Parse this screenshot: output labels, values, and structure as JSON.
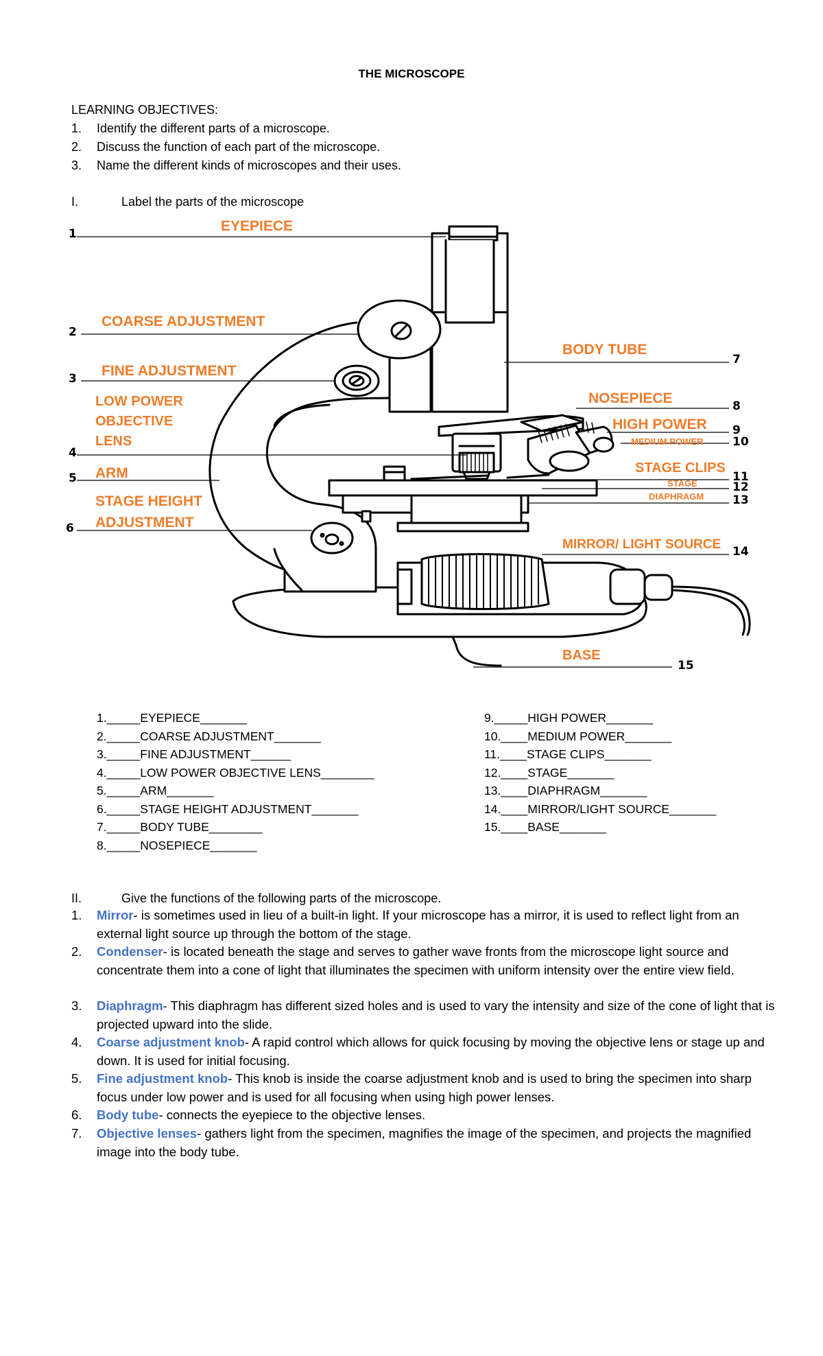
{
  "title": "THE MICROSCOPE",
  "objectives": {
    "heading": "LEARNING OBJECTIVES:",
    "items": [
      {
        "num": "1.",
        "text": "Identify the different parts of a microscope."
      },
      {
        "num": "2.",
        "text": "Discuss the function of each part of the microscope."
      },
      {
        "num": "3.",
        "text": "Name the different kinds of microscopes and their uses."
      }
    ]
  },
  "section1": {
    "num": "I.",
    "text": "Label the parts of the microscope"
  },
  "diagram": {
    "numbers": [
      "1",
      "2",
      "3",
      "4",
      "5",
      "6",
      "7",
      "8",
      "9",
      "10",
      "11",
      "12",
      "13",
      "14",
      "15"
    ],
    "labels": {
      "eyepiece": "EYEPIECE",
      "coarse": "COARSE  ADJUSTMENT",
      "fine": "FINE  ADJUSTMENT",
      "low_power": [
        "LOW POWER",
        "OBJECTIVE",
        "LENS"
      ],
      "arm": "ARM",
      "stage_height": [
        "STAGE  HEIGHT",
        "ADJUSTMENT"
      ],
      "body_tube": "BODY TUBE",
      "nosepiece": "NOSEPIECE",
      "high_power": "HIGH  POWER",
      "medium_power": "MEDIUM POWER",
      "stage_clips": "STAGE CLIPS",
      "stage": "STAGE",
      "diaphragm": "DIAPHRAGM",
      "mirror": "MIRROR/ LIGHT SOURCE",
      "base": "BASE"
    }
  },
  "answers_left": [
    {
      "num": "1.",
      "pre": "_____",
      "ans": "EYEPIECE",
      "post": "_______"
    },
    {
      "num": "2.",
      "pre": "_____",
      "ans": "COARSE ADJUSTMENT",
      "post": "_______"
    },
    {
      "num": "3.",
      "pre": "_____",
      "ans": "FINE ADJUSTMENT",
      "post": "______"
    },
    {
      "num": "4.",
      "pre": "_____",
      "ans": "LOW POWER OBJECTIVE LENS",
      "post": "________"
    },
    {
      "num": "5.",
      "pre": "_____",
      "ans": "ARM",
      "post": "_______"
    },
    {
      "num": "6.",
      "pre": "_____",
      "ans": "STAGE HEIGHT ADJUSTMENT",
      "post": "_______"
    },
    {
      "num": "7.",
      "pre": "_____",
      "ans": "BODY TUBE",
      "post": "________"
    },
    {
      "num": "8.",
      "pre": "_____",
      "ans": "NOSEPIECE",
      "post": "_______"
    }
  ],
  "answers_right": [
    {
      "num": "9.",
      "pre": "_____",
      "ans": "HIGH POWER",
      "post": "_______"
    },
    {
      "num": "10.",
      "pre": "____",
      "ans": "MEDIUM POWER",
      "post": "_______"
    },
    {
      "num": "11.",
      "pre": "____",
      "ans": "STAGE CLIPS",
      "post": "_______"
    },
    {
      "num": "12.",
      "pre": "____",
      "ans": "STAGE",
      "post": "_______"
    },
    {
      "num": "13.",
      "pre": "____",
      "ans": "DIAPHRAGM",
      "post": "_______"
    },
    {
      "num": "14.",
      "pre": "____",
      "ans": "MIRROR/LIGHT SOURCE",
      "post": "_______"
    },
    {
      "num": "15.",
      "pre": "____",
      "ans": "BASE",
      "post": "_______"
    }
  ],
  "section2": {
    "num": "II.",
    "text": "Give the functions of the following parts of the microscope."
  },
  "functions": [
    {
      "num": "1.",
      "term": "Mirror",
      "desc": "- is sometimes used in lieu of a built-in light. If your microscope has a mirror, it is used to reflect light from an external light source up through the bottom of the stage."
    },
    {
      "num": "2.",
      "term": "Condenser",
      "desc": "- is located beneath the stage and serves to gather wave fronts from the microscope light source and concentrate them into a cone of light that illuminates the specimen with uniform intensity over the entire view field."
    },
    {
      "num": "3.",
      "term": "Diaphragm",
      "desc": "- This diaphragm has different sized holes and is used to vary the intensity and size of the cone of light that is projected upward into the slide."
    },
    {
      "num": "4.",
      "term": "Coarse adjustment knob",
      "desc": "- A rapid control which allows for quick focusing by moving the objective lens or stage up and down. It is used for initial focusing."
    },
    {
      "num": "5.",
      "term": "Fine adjustment knob",
      "desc": "- This knob is inside the coarse adjustment knob and is used to bring the specimen into sharp focus under low power and is used for all focusing when using high power lenses."
    },
    {
      "num": "6.",
      "term": "Body tube",
      "desc": "- connects the eyepiece to the objective lenses."
    },
    {
      "num": "7.",
      "term": "Objective lenses",
      "desc": "- gathers light from the specimen, magnifies the image of the specimen, and projects the magnified image into the body tube."
    }
  ],
  "colors": {
    "label_orange": "#f07c2a",
    "term_blue": "#4472c4"
  }
}
